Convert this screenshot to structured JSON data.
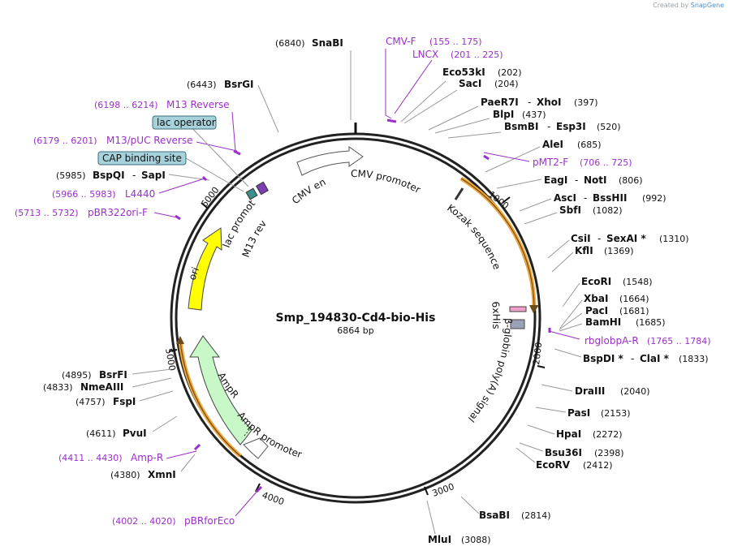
{
  "credit": {
    "prefix": "Created by",
    "brand": "SnapGene"
  },
  "plasmid": {
    "name": "Smp_194830-Cd4-bio-His",
    "length": "6864 bp",
    "total_bp": 6864
  },
  "colors": {
    "primer": "#9b2fc9",
    "site": "#111111",
    "backbone": "#222222",
    "orange_feature": "#f2a73a"
  },
  "sites": [
    {
      "name": "SnaBI",
      "pos": "(6840)",
      "bp": 6840
    },
    {
      "name": "Eco53kI",
      "pos": "(202)",
      "bp": 202
    },
    {
      "name": "SacI",
      "pos": "(204)",
      "bp": 204
    },
    {
      "name": "PaeR7I",
      "name2": "XhoI",
      "pos": "(397)",
      "bp": 397
    },
    {
      "name": "BlpI",
      "pos": "(437)",
      "bp": 437
    },
    {
      "name": "BsmBI",
      "name2": "Esp3I",
      "pos": "(520)",
      "bp": 520
    },
    {
      "name": "AleI",
      "pos": "(685)",
      "bp": 685
    },
    {
      "name": "EagI",
      "name2": "NotI",
      "pos": "(806)",
      "bp": 806
    },
    {
      "name": "AscI",
      "name2": "BssHII",
      "pos": "(992)",
      "bp": 992
    },
    {
      "name": "SbfI",
      "pos": "(1082)",
      "bp": 1082
    },
    {
      "name": "CsiI",
      "name2": "SexAI *",
      "pos": "(1310)",
      "bp": 1310
    },
    {
      "name": "KflI",
      "pos": "(1369)",
      "bp": 1369
    },
    {
      "name": "EcoRI",
      "pos": "(1548)",
      "bp": 1548
    },
    {
      "name": "XbaI",
      "pos": "(1664)",
      "bp": 1664
    },
    {
      "name": "PacI",
      "pos": "(1681)",
      "bp": 1681
    },
    {
      "name": "BamHI",
      "pos": "(1685)",
      "bp": 1685
    },
    {
      "name": "BspDI *",
      "name2": "ClaI *",
      "pos": "(1833)",
      "bp": 1833
    },
    {
      "name": "DraIII",
      "pos": "(2040)",
      "bp": 2040
    },
    {
      "name": "PasI",
      "pos": "(2153)",
      "bp": 2153
    },
    {
      "name": "HpaI",
      "pos": "(2272)",
      "bp": 2272
    },
    {
      "name": "Bsu36I",
      "pos": "(2398)",
      "bp": 2398
    },
    {
      "name": "EcoRV",
      "pos": "(2412)",
      "bp": 2412
    },
    {
      "name": "BsaBI",
      "pos": "(2814)",
      "bp": 2814
    },
    {
      "name": "MluI",
      "pos": "(3088)",
      "bp": 3088
    },
    {
      "name": "XmnI",
      "pos": "(4380)",
      "bp": 4380
    },
    {
      "name": "PvuI",
      "pos": "(4611)",
      "bp": 4611
    },
    {
      "name": "FspI",
      "pos": "(4757)",
      "bp": 4757
    },
    {
      "name": "NmeAIII",
      "pos": "(4833)",
      "bp": 4833
    },
    {
      "name": "BsrFI",
      "pos": "(4895)",
      "bp": 4895
    },
    {
      "name": "BspQI",
      "name2": "SapI",
      "pos": "(5985)",
      "bp": 5985
    },
    {
      "name": "BsrGI",
      "pos": "(6443)",
      "bp": 6443
    }
  ],
  "primers": [
    {
      "name": "CMV-F",
      "range": "(155 .. 175)"
    },
    {
      "name": "LNCX",
      "range": "(201 .. 225)"
    },
    {
      "name": "pMT2-F",
      "range": "(706 .. 725)"
    },
    {
      "name": "rbglobpA-R",
      "range": "(1765 .. 1784)"
    },
    {
      "name": "Amp-R",
      "range": "(4411 .. 4430)"
    },
    {
      "name": "pBRforEco",
      "range": "(4002 .. 4020)"
    },
    {
      "name": "pBR322ori-F",
      "range": "(5713 .. 5732)"
    },
    {
      "name": "L4440",
      "range": "(5966 .. 5983)"
    },
    {
      "name": "M13/pUC Reverse",
      "range": "(6179 .. 6201)"
    },
    {
      "name": "M13 Reverse",
      "range": "(6198 .. 6214)"
    }
  ],
  "boxed_features": [
    {
      "name": "lac operator"
    },
    {
      "name": "CAP binding site"
    }
  ],
  "features": [
    {
      "name": "CMV enhancer"
    },
    {
      "name": "CMV promoter"
    },
    {
      "name": "Kozak sequence"
    },
    {
      "name": "6xHis"
    },
    {
      "name": "β-globin poly(A) signal"
    },
    {
      "name": "AmpR"
    },
    {
      "name": "AmpR promoter"
    },
    {
      "name": "ori"
    },
    {
      "name": "lac promoter"
    },
    {
      "name": "M13 rev"
    }
  ],
  "ticks": [
    "1000",
    "2000",
    "3000",
    "4000",
    "5000",
    "6000"
  ]
}
